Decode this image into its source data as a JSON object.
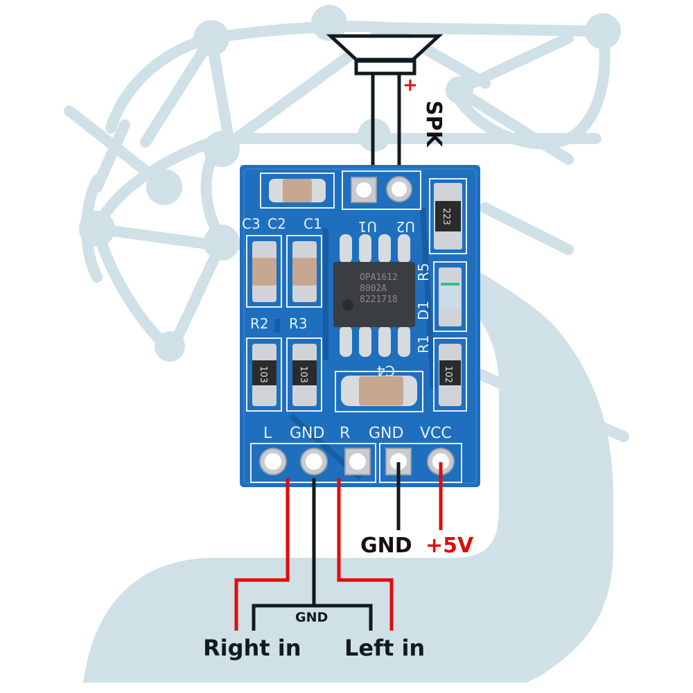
{
  "colors": {
    "watermark": "#cfe1e6",
    "pcb": "#1f6fbf",
    "pcb_dark": "#175a9f",
    "silkscreen": "#e8f1fb",
    "chip": "#3a3d42",
    "wire_black": "#111a1f",
    "wire_red": "#e30b0b",
    "label_black": "#111111",
    "label_red": "#e30b0b"
  },
  "speaker": {
    "label": "SPK",
    "plus_sign": "+",
    "icon": "speaker-icon"
  },
  "module": {
    "chip_lines": [
      "OPA1612",
      "8002A",
      "8221718"
    ],
    "top_pads": [
      "U1",
      "U2"
    ],
    "component_labels": {
      "c3": "C3",
      "c2": "C2",
      "c1": "C1",
      "r2": "R2",
      "r3": "R3",
      "r5": "R5",
      "d1": "D1",
      "r1": "R1",
      "c4": "C4"
    },
    "resistor_codes": {
      "r5": "223",
      "r2": "103",
      "r3": "103",
      "r1": "102"
    },
    "pins": [
      "L",
      "GND",
      "R",
      "GND",
      "VCC"
    ]
  },
  "wiring": {
    "gnd_label": "GND",
    "vcc_label": "+5V",
    "audio_gnd_label": "GND",
    "right_in_label": "Right in",
    "left_in_label": "Left in"
  }
}
